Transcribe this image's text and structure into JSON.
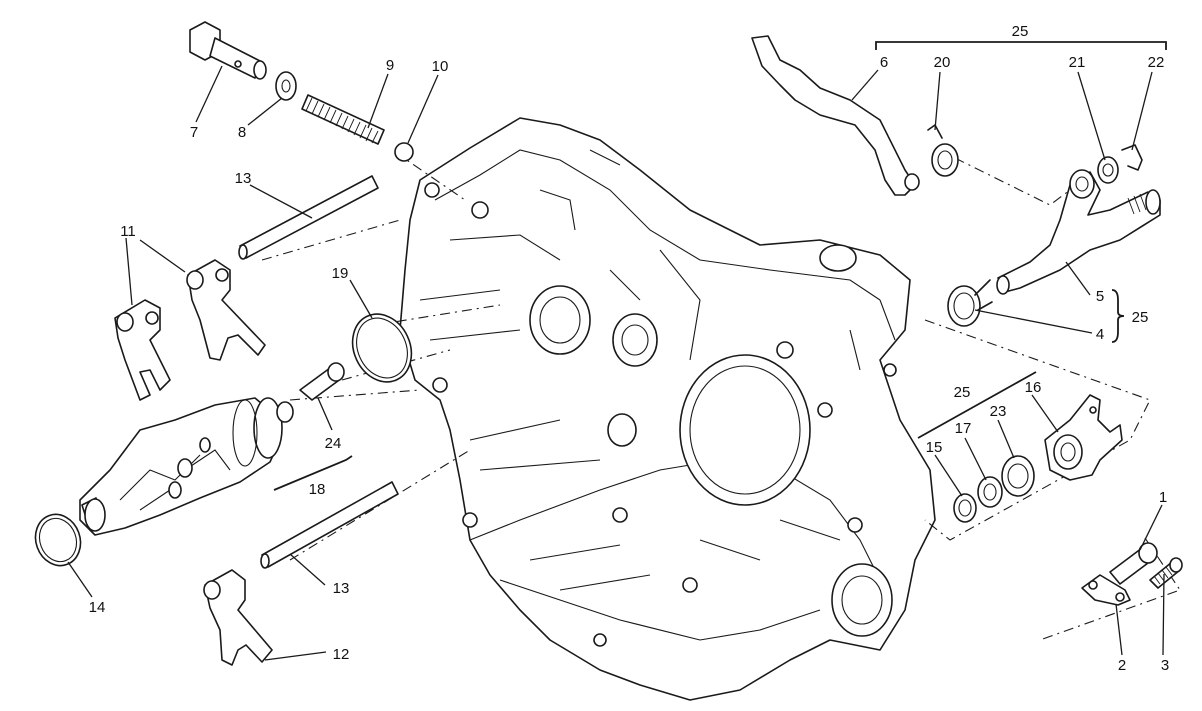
{
  "callouts": {
    "c1": "1",
    "c2": "2",
    "c3": "3",
    "c4": "4",
    "c5": "5",
    "c6": "6",
    "c7": "7",
    "c8": "8",
    "c9": "9",
    "c10": "10",
    "c11": "11",
    "c12": "12",
    "c13a": "13",
    "c13b": "13",
    "c14": "14",
    "c15": "15",
    "c16": "16",
    "c17": "17",
    "c18": "18",
    "c19": "19",
    "c20": "20",
    "c21": "21",
    "c22": "22",
    "c23": "23",
    "c24": "24",
    "c25a": "25",
    "c25b": "25",
    "c25c": "25"
  }
}
